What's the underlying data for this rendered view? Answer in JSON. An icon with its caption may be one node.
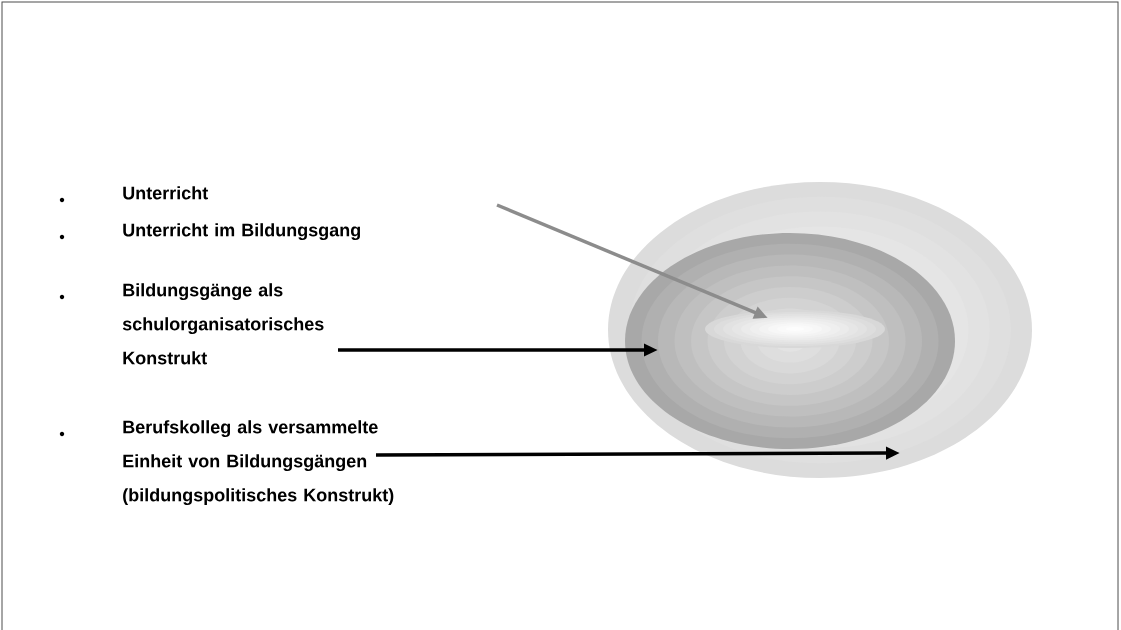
{
  "diagram": {
    "nodes": [
      {
        "text": [],
        "shape": "circle"
      },
      {
        "text": [],
        "shape": "circle",
        "in": 0
      },
      {
        "text": [],
        "shape": "circle",
        "in": 1
      },
      {
        "text": [
          "Unterricht"
        ]
      },
      {
        "text": [
          "Unterricht im Bildungsgang"
        ]
      },
      {
        "text": [
          "Bildungsgänge als schulorganisatorisches Konstrukt"
        ]
      },
      {
        "text": [
          "Berufskolleg als versammelte Einheit von Bildungsgängen (bildungspolitisches Konstrukt)"
        ]
      }
    ],
    "edges": [
      {
        "from": null,
        "to": 2,
        "arrow": "to",
        "color": "#8c8c8c"
      },
      {
        "from": 5,
        "to": 1,
        "arrow": "to"
      },
      {
        "from": 6,
        "to": 0,
        "arrow": "to"
      }
    ]
  }
}
